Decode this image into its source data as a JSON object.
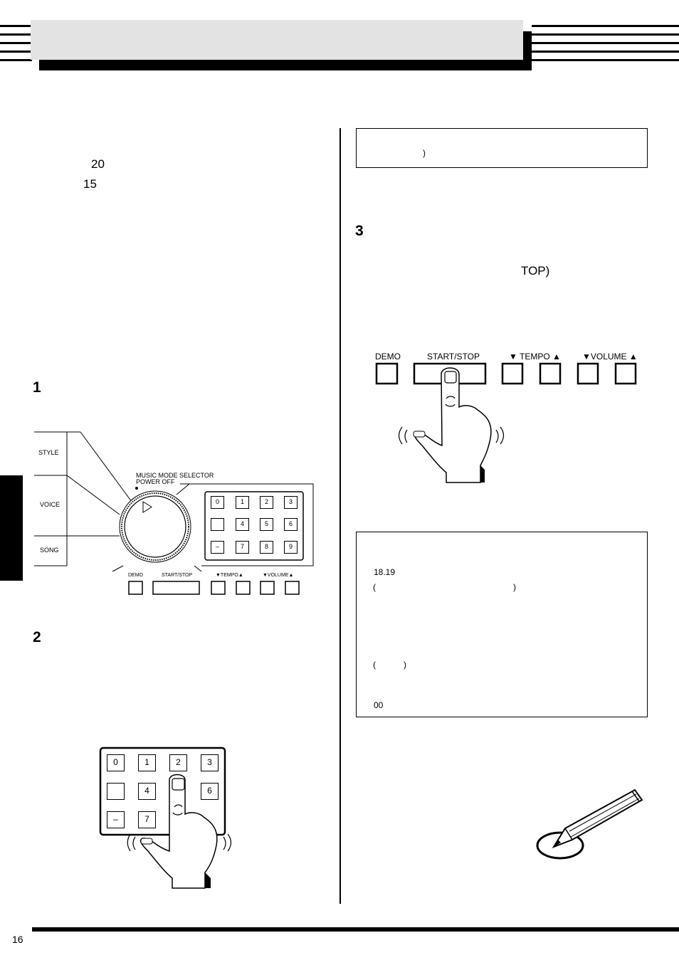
{
  "left": {
    "num_20": "20",
    "num_15": "15",
    "step1": "1",
    "step2": "2"
  },
  "panel": {
    "mode_labels": [
      "STYLE",
      "VOICE",
      "SONG"
    ],
    "selector_title": "MUSIC MODE SELECTOR",
    "selector_sub": "POWER OFF",
    "keypad": [
      "0",
      "1",
      "2",
      "3",
      "",
      "4",
      "5",
      "6",
      "–",
      "7",
      "8",
      "9"
    ],
    "button_labels": {
      "demo": "DEMO",
      "start_stop": "START/STOP",
      "tempo": "▼TEMPO▲",
      "volume": "▼VOLUME▲"
    }
  },
  "keypad2": {
    "keys": [
      "0",
      "1",
      "2",
      "3",
      "",
      "4",
      "",
      "6",
      "–",
      "7",
      "",
      ""
    ]
  },
  "right": {
    "note_paren": ")",
    "step3": "3",
    "top_text": "TOP)",
    "buttons": {
      "demo": "DEMO",
      "start_stop": "START/STOP",
      "tempo": "▼ TEMPO ▲",
      "volume": "▼VOLUME ▲"
    },
    "box2": {
      "line1": "18.19",
      "line2_open": "(",
      "line2_close": ")",
      "line3_open": "(",
      "line3_close": ")",
      "line4": "00"
    }
  },
  "footer": {
    "page_number": "16"
  }
}
